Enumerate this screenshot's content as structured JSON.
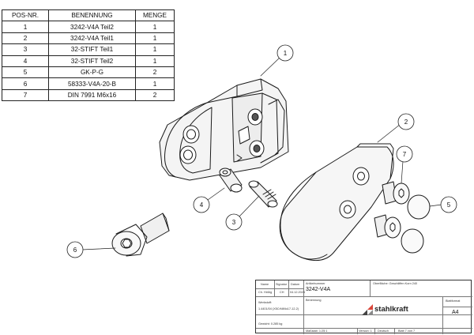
{
  "parts_table": {
    "headers": [
      "POS-NR.",
      "BENENNUNG",
      "MENGE"
    ],
    "rows": [
      {
        "pos": "1",
        "name": "3242-V4A Teil2",
        "qty": "1"
      },
      {
        "pos": "2",
        "name": "3242-V4A Teil1",
        "qty": "1"
      },
      {
        "pos": "3",
        "name": "32-STIFT Teil1",
        "qty": "1"
      },
      {
        "pos": "4",
        "name": "32-STIFT Teil2",
        "qty": "1"
      },
      {
        "pos": "5",
        "name": "GK-P-G",
        "qty": "2"
      },
      {
        "pos": "6",
        "name": "58333-V4A-20-B",
        "qty": "1"
      },
      {
        "pos": "7",
        "name": "DIN 7991 M6x16",
        "qty": "2"
      }
    ]
  },
  "balloons": [
    "1",
    "2",
    "3",
    "4",
    "5",
    "6",
    "7"
  ],
  "title_block": {
    "name_label": "Name",
    "signature_label": "Signatur",
    "date_label": "Datum",
    "checker_name": "Ch. Hößig",
    "checker_signature": "CH",
    "checker_date": "04.12.2024",
    "article_label": "Artikelnummer",
    "article_number": "3242-V4A",
    "surface_label": "Oberfläche: Geschliffen Korn 240",
    "material_label": "Werkstoff:",
    "material_value": "1.4401/04 (X5CrNiMo17-12-2)",
    "weight_label": "Gewicht: 0.285 kg",
    "description_label": "Benennung",
    "brand": "stahlkraft",
    "sheet_format_label": "Blattformat",
    "sheet_format": "A4",
    "scale": "Maßstab: 1:25:1",
    "version": "Version: 1",
    "language": "Deutsch",
    "sheet_of": "Blatt 7 von 7"
  }
}
